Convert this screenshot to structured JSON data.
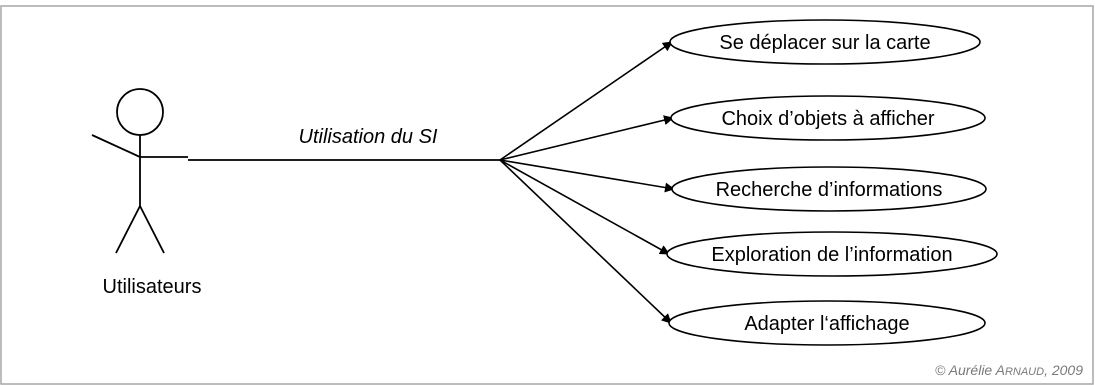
{
  "diagram": {
    "actor": {
      "label": "Utilisateurs"
    },
    "association_label": "Utilisation du SI",
    "use_cases": [
      {
        "label": "Se déplacer sur la carte"
      },
      {
        "label": "Choix d’objets à afficher"
      },
      {
        "label": "Recherche d’informations"
      },
      {
        "label": "Exploration de l’information"
      },
      {
        "label": "Adapter l‘affichage"
      }
    ],
    "credit": {
      "prefix": "© Aurélie ",
      "name_initial": "A",
      "name_rest": "RNAUD",
      "suffix": ", 2009"
    },
    "colors": {
      "line": "#000000",
      "frame": "#a6a6a6",
      "credit": "#7a7a7a"
    }
  }
}
